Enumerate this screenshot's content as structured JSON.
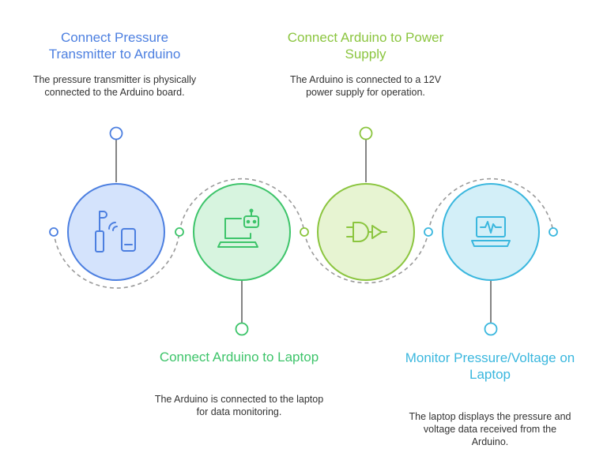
{
  "steps": [
    {
      "title": "Connect Pressure Transmitter to Arduino",
      "description": "The pressure transmitter is physically connected to the Arduino board.",
      "color": "#4C7FE0",
      "fill": "#D4E3FC",
      "icon": "pressure-sensor-icon"
    },
    {
      "title": "Connect Arduino to Laptop",
      "description": "The Arduino is connected to the laptop for data monitoring.",
      "color": "#3DC46A",
      "fill": "#D7F4DF",
      "icon": "laptop-robot-icon"
    },
    {
      "title": "Connect Arduino to Power Supply",
      "description": "The Arduino is connected to a 12V power supply for operation.",
      "color": "#8BC53F",
      "fill": "#E7F4D2",
      "icon": "logic-gate-icon"
    },
    {
      "title": "Monitor Pressure/Voltage on Laptop",
      "description": "The laptop displays the pressure and voltage data received from the Arduino.",
      "color": "#3AB7DE",
      "fill": "#D3EFF8",
      "icon": "laptop-waveform-icon"
    }
  ]
}
